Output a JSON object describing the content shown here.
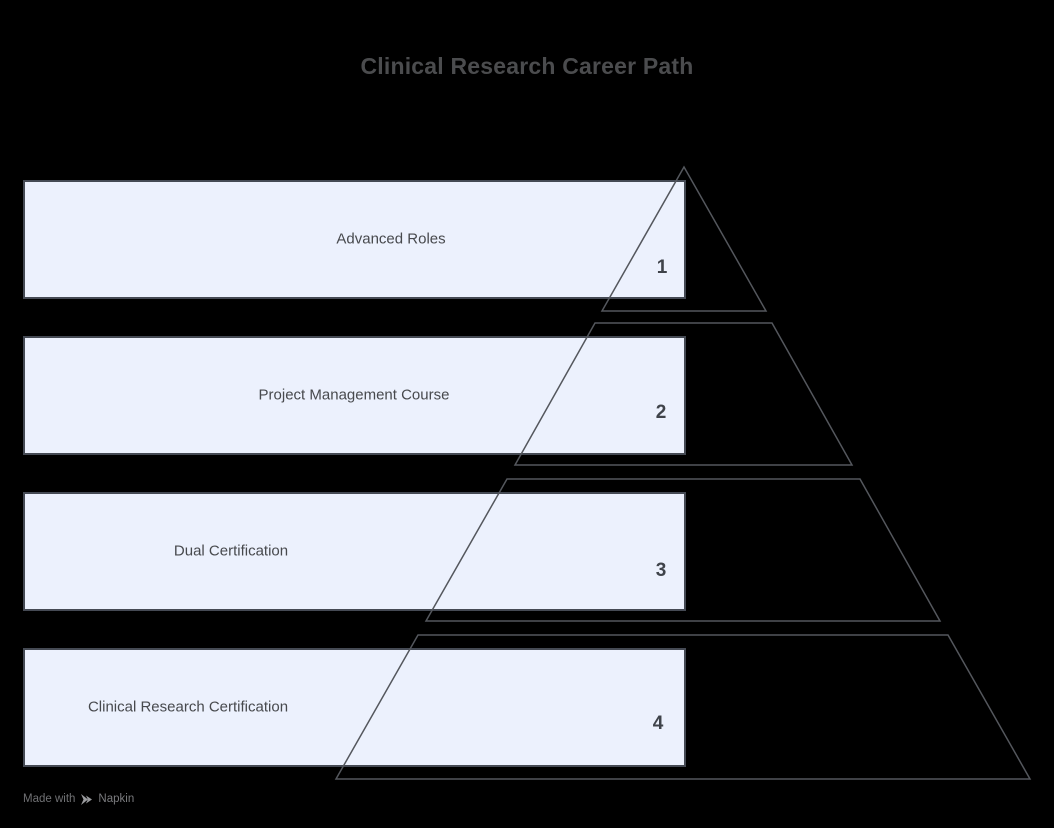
{
  "title": "Clinical Research Career Path",
  "diagram": {
    "type": "pyramid",
    "levels": [
      {
        "rank": "1",
        "label": "Advanced Roles"
      },
      {
        "rank": "2",
        "label": "Project Management Course"
      },
      {
        "rank": "3",
        "label": "Dual Certification"
      },
      {
        "rank": "4",
        "label": "Clinical Research Certification"
      }
    ]
  },
  "watermark": {
    "prefix": "Made with",
    "brand": "Napkin"
  },
  "colors": {
    "background": "#000000",
    "level_box_fill": "#ecf1fd",
    "level_box_border": "#454a54",
    "pyramid_outline": "#54575d",
    "title_text": "#4b4c4e",
    "label_text": "#47494d",
    "rank_text": "#3f434a",
    "watermark_text": "#707174"
  }
}
